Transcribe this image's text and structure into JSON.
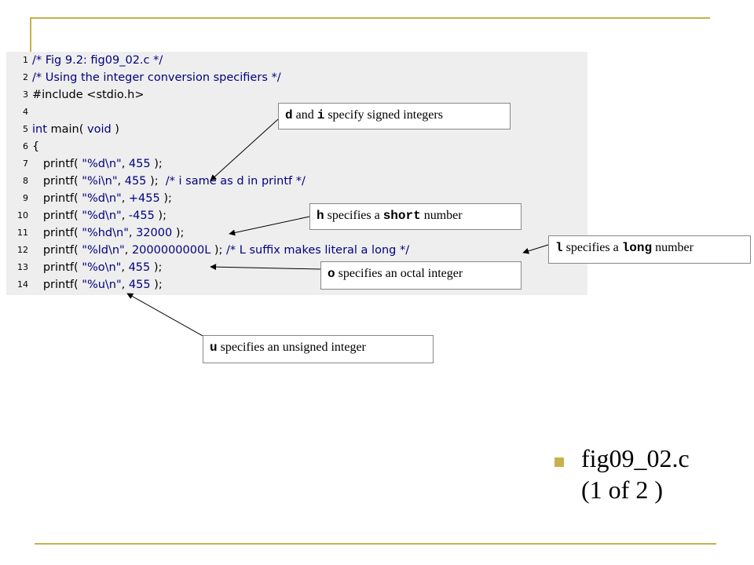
{
  "code_lines": [
    {
      "num": "1",
      "parts": [
        [
          "cm",
          "/* Fig 9.2: fig09_02.c */"
        ]
      ]
    },
    {
      "num": "2",
      "parts": [
        [
          "cm",
          "/* Using the integer conversion specifiers */"
        ]
      ]
    },
    {
      "num": "3",
      "parts": [
        [
          "",
          "#include <stdio.h>"
        ]
      ]
    },
    {
      "num": "4",
      "parts": []
    },
    {
      "num": "5",
      "parts": [
        [
          "kw",
          "int"
        ],
        [
          "",
          " main( "
        ],
        [
          "kw",
          "void"
        ],
        [
          "",
          " )"
        ]
      ]
    },
    {
      "num": "6",
      "parts": [
        [
          "",
          "{"
        ]
      ]
    },
    {
      "num": "7",
      "parts": [
        [
          "",
          "   printf( "
        ],
        [
          "str",
          "\"%d\\n\""
        ],
        [
          "",
          ", "
        ],
        [
          "num",
          "455"
        ],
        [
          "",
          " );"
        ]
      ]
    },
    {
      "num": "8",
      "parts": [
        [
          "",
          "   printf( "
        ],
        [
          "str",
          "\"%i\\n\""
        ],
        [
          "",
          ", "
        ],
        [
          "num",
          "455"
        ],
        [
          "",
          " );  "
        ],
        [
          "cm",
          "/* i same as d in printf */"
        ]
      ]
    },
    {
      "num": "9",
      "parts": [
        [
          "",
          "   printf( "
        ],
        [
          "str",
          "\"%d\\n\""
        ],
        [
          "",
          ", "
        ],
        [
          "num",
          "+455"
        ],
        [
          "",
          " );"
        ]
      ]
    },
    {
      "num": "10",
      "parts": [
        [
          "",
          "   printf( "
        ],
        [
          "str",
          "\"%d\\n\""
        ],
        [
          "",
          ", "
        ],
        [
          "num",
          "-455"
        ],
        [
          "",
          " );"
        ]
      ]
    },
    {
      "num": "11",
      "parts": [
        [
          "",
          "   printf( "
        ],
        [
          "str",
          "\"%hd\\n\""
        ],
        [
          "",
          ", "
        ],
        [
          "num",
          "32000"
        ],
        [
          "",
          " );"
        ]
      ]
    },
    {
      "num": "12",
      "parts": [
        [
          "",
          "   printf( "
        ],
        [
          "str",
          "\"%ld\\n\""
        ],
        [
          "",
          ", "
        ],
        [
          "num",
          "2000000000L"
        ],
        [
          "",
          " ); "
        ],
        [
          "cm",
          "/* L suffix makes literal a long */"
        ]
      ]
    },
    {
      "num": "13",
      "parts": [
        [
          "",
          "   printf( "
        ],
        [
          "str",
          "\"%o\\n\""
        ],
        [
          "",
          ", "
        ],
        [
          "num",
          "455"
        ],
        [
          "",
          " );"
        ]
      ]
    },
    {
      "num": "14",
      "parts": [
        [
          "",
          "   printf( "
        ],
        [
          "str",
          "\"%u\\n\""
        ],
        [
          "",
          ", "
        ],
        [
          "num",
          "455"
        ],
        [
          "",
          " );"
        ]
      ]
    }
  ],
  "callouts": {
    "d": {
      "code1": "d",
      "text1": " and ",
      "code2": "i",
      "text2": " specify signed integers"
    },
    "h": {
      "code1": "h",
      "text1": " specifies a ",
      "code2": "short",
      "text2": " number"
    },
    "l": {
      "code1": "l",
      "text1": " specifies a ",
      "code2": "long",
      "text2": " number"
    },
    "o": {
      "code1": "o",
      "text1": " specifies an octal integer"
    },
    "u": {
      "code1": "u",
      "text1": " specifies an unsigned integer"
    }
  },
  "caption": {
    "line1": "fig09_02.c",
    "line2": "(1 of 2 )"
  },
  "colors": {
    "accent": "#c8b14a",
    "code_bg": "#eeeeee",
    "keyword": "#000080"
  }
}
